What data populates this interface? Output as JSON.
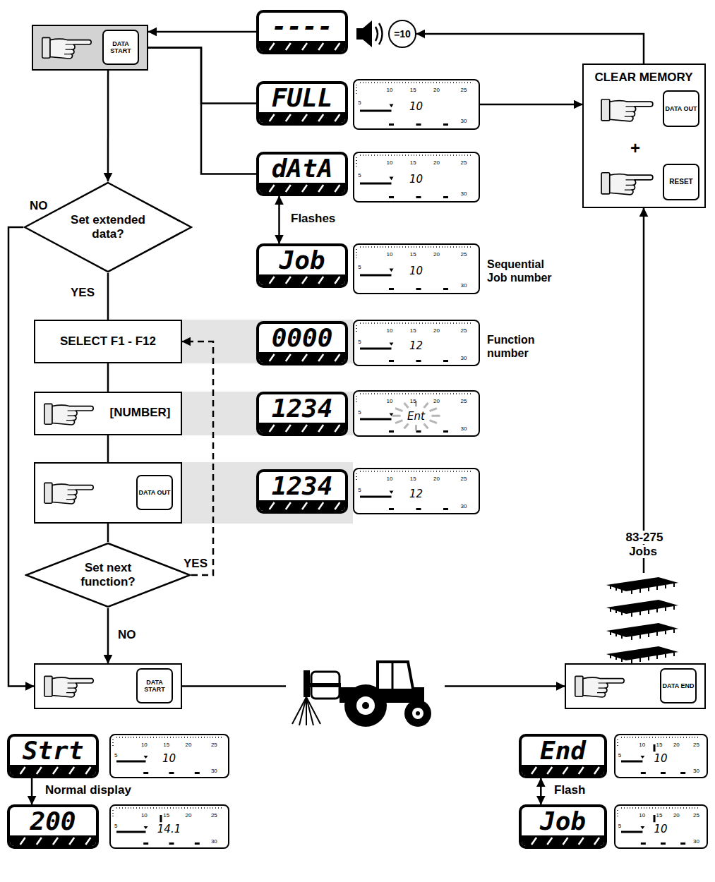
{
  "diagram": {
    "nodes": [
      {
        "text": [
          "DATA START"
        ]
      },
      {
        "text": [
          "----"
        ]
      },
      {
        "text": [
          "=10"
        ]
      },
      {
        "text": [
          "FULL"
        ]
      },
      {
        "text": [
          "10",
          "15",
          "20",
          "25",
          "5",
          "30",
          "10"
        ]
      },
      {
        "text": [
          "dAtA"
        ]
      },
      {
        "text": [
          "10",
          "15",
          "20",
          "25",
          "5",
          "30",
          "10"
        ]
      },
      {
        "text": [
          "Job"
        ]
      },
      {
        "text": [
          "10",
          "15",
          "20",
          "25",
          "5",
          "30",
          "10"
        ]
      },
      {
        "text": [
          "CLEAR MEMORY",
          "+"
        ]
      },
      {
        "text": [
          "DATA OUT"
        ],
        "in": 9
      },
      {
        "text": [
          "RESET"
        ],
        "in": 9
      },
      {
        "text": [
          "Set extended data?"
        ]
      },
      {
        "text": [
          "0000"
        ]
      },
      {
        "text": [
          "10",
          "15",
          "20",
          "25",
          "5",
          "30",
          "12"
        ]
      },
      {
        "text": [
          "SELECT F1 - F12"
        ]
      },
      {
        "text": [
          "1234"
        ]
      },
      {
        "text": [
          "10",
          "15",
          "20",
          "25",
          "5",
          "30",
          "Ent"
        ]
      },
      {
        "text": [
          "[NUMBER]"
        ]
      },
      {
        "text": [
          "1234"
        ]
      },
      {
        "text": [
          "10",
          "15",
          "20",
          "25",
          "5",
          "30",
          "12"
        ]
      },
      {
        "text": [
          "DATA OUT"
        ]
      },
      {
        "text": [
          "Set next function?"
        ]
      },
      {
        "text": [
          "DATA START"
        ]
      },
      {
        "text": [
          "Strt"
        ]
      },
      {
        "text": [
          "10",
          "15",
          "20",
          "25",
          "5",
          "30",
          "10"
        ]
      },
      {
        "text": [
          "200"
        ]
      },
      {
        "text": [
          "10",
          "15",
          "20",
          "25",
          "5",
          "30",
          "14.1"
        ]
      },
      {
        "text": [
          "DATA END"
        ]
      },
      {
        "text": [
          "End"
        ]
      },
      {
        "text": [
          "10",
          "15",
          "20",
          "25",
          "5",
          "30",
          "10"
        ]
      },
      {
        "text": [
          "Job"
        ]
      },
      {
        "text": [
          "10",
          "15",
          "20",
          "25",
          "5",
          "30",
          "10"
        ]
      }
    ],
    "edges": [
      {
        "from": 1,
        "to": 0,
        "arrow": "to"
      },
      {
        "from": 3,
        "to": 0,
        "arrow": "none"
      },
      {
        "from": 5,
        "to": 0,
        "arrow": "none"
      },
      {
        "from": 4,
        "to": 9,
        "arrow": "to"
      },
      {
        "from": 9,
        "to": 2,
        "arrow": "to"
      },
      {
        "from": 5,
        "to": 7,
        "arrow": "both",
        "label": "Flashes"
      },
      {
        "from": 0,
        "to": 12,
        "arrow": "to"
      },
      {
        "from": 12,
        "to": 15,
        "arrow": "none",
        "label": "YES"
      },
      {
        "from": 12,
        "to": 23,
        "arrow": "to",
        "label": "NO"
      },
      {
        "from": 15,
        "to": 18,
        "arrow": "none"
      },
      {
        "from": 18,
        "to": 21,
        "arrow": "none"
      },
      {
        "from": 21,
        "to": 22,
        "arrow": "none"
      },
      {
        "from": 22,
        "to": 15,
        "arrow": "to",
        "label": "YES"
      },
      {
        "from": 22,
        "to": 23,
        "arrow": "to",
        "label": "NO"
      },
      {
        "from": 23,
        "to": 28,
        "arrow": "to"
      },
      {
        "from": 28,
        "to": 9,
        "arrow": "to",
        "label": "83-275 Jobs"
      },
      {
        "from": 24,
        "to": 26,
        "arrow": "to",
        "label": "Normal display"
      },
      {
        "from": 29,
        "to": 31,
        "arrow": "both",
        "label": "Flash"
      }
    ],
    "labels": [
      "Sequential Job number",
      "Function number"
    ]
  }
}
